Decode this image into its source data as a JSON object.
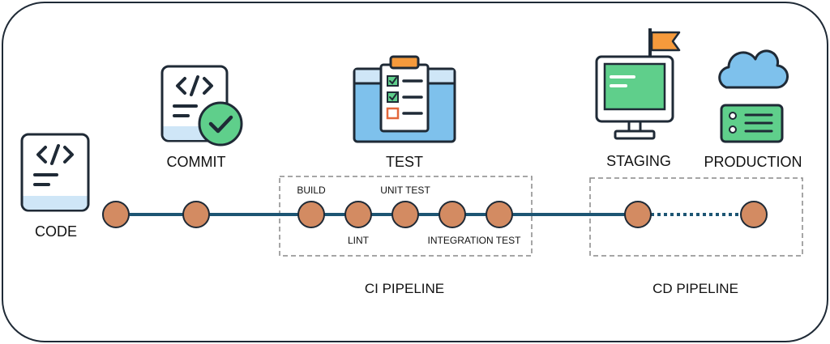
{
  "diagram": {
    "stages": {
      "code": "CODE",
      "commit": "COMMIT",
      "test": "TEST",
      "staging": "STAGING",
      "production": "PRODUCTION"
    },
    "ci_steps": {
      "build": "BUILD",
      "lint": "LINT",
      "unit_test": "UNIT TEST",
      "integration_test": "INTEGRATION TEST"
    },
    "groups": {
      "ci": "CI PIPELINE",
      "cd": "CD PIPELINE"
    },
    "icons": {
      "code": "code-file-icon",
      "commit": "code-file-checkmark-icon",
      "test": "test-clipboard-icon",
      "staging": "staging-monitor-flag-icon",
      "production": "production-cloud-server-icon"
    },
    "colors": {
      "node_fill": "#d38b62",
      "node_stroke": "#1f2a36",
      "line": "#1d5573",
      "outline": "#1f2a36",
      "accent_green": "#5fcf8b",
      "accent_blue": "#7ec1ec",
      "accent_orange": "#f59a3c",
      "dashed_box": "#888888"
    }
  }
}
